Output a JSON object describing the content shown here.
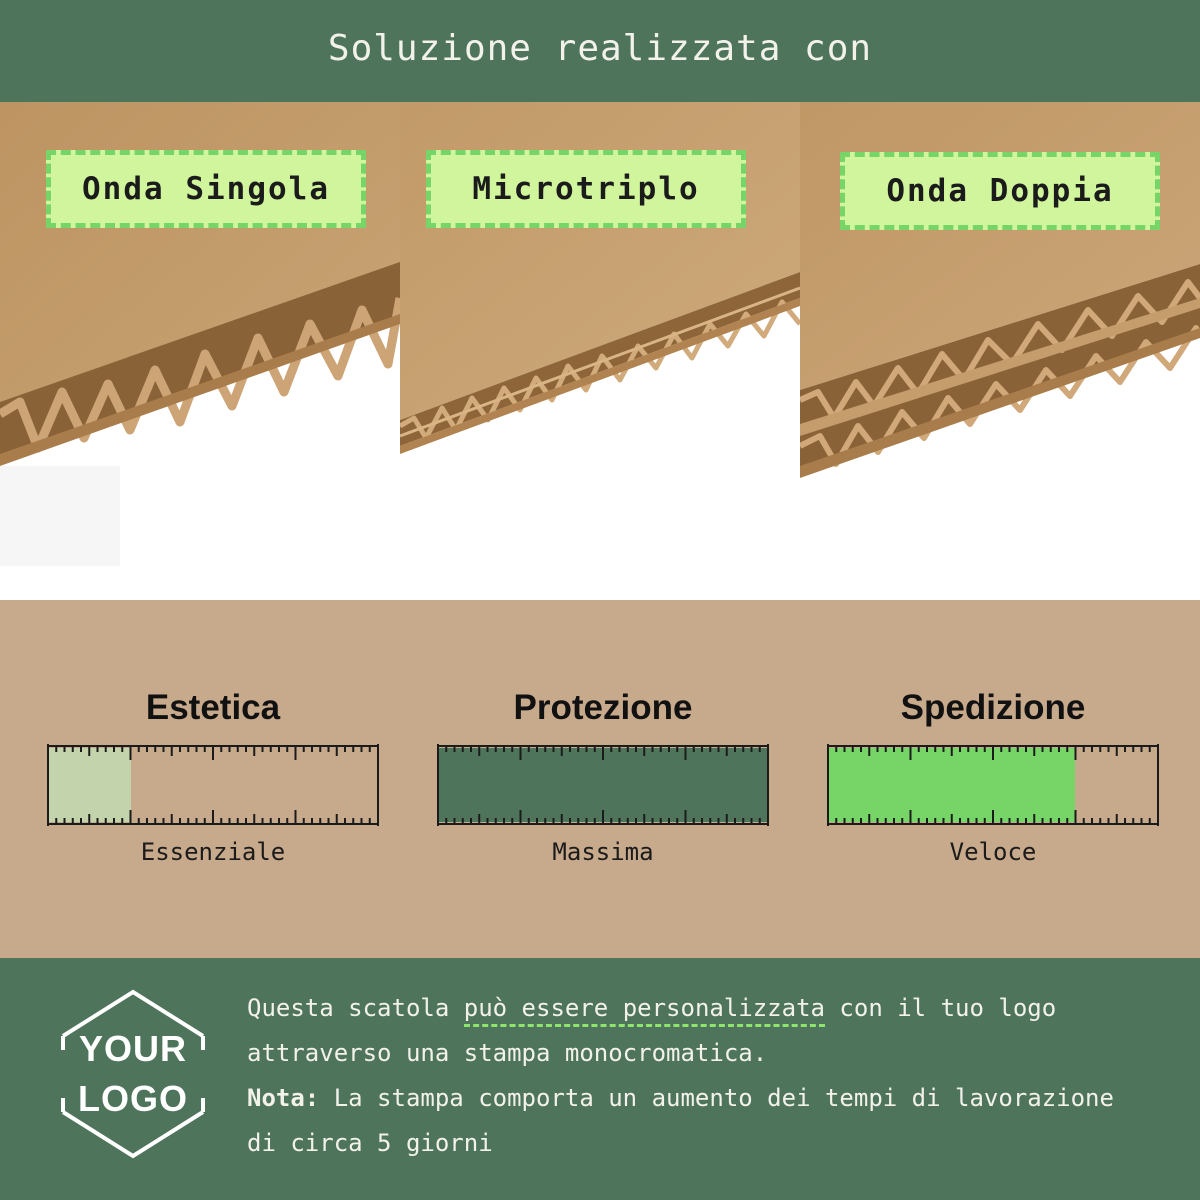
{
  "header": {
    "title": "Soluzione realizzata con"
  },
  "panels": [
    {
      "label": "Onda Singola",
      "flute": "single"
    },
    {
      "label": "Microtriplo",
      "flute": "micro"
    },
    {
      "label": "Onda Doppia",
      "flute": "double"
    }
  ],
  "ratings": [
    {
      "title": "Estetica",
      "value": "Essenziale",
      "fill": 0.25,
      "color": "#c3d3ab"
    },
    {
      "title": "Protezione",
      "value": "Massima",
      "fill": 1.0,
      "color": "#4f745c"
    },
    {
      "title": "Spedizione",
      "value": "Veloce",
      "fill": 0.75,
      "color": "#77d466"
    }
  ],
  "footer": {
    "logo_line1": "YOUR",
    "logo_line2": "LOGO",
    "text_before": "Questa scatola ",
    "text_highlight": "può essere personalizzata",
    "text_after": " con il tuo logo attraverso una stampa monocromatica.",
    "note_label": "Nota:",
    "note_text": " La stampa comporta un aumento dei tempi di lavorazione di circa 5 giorni"
  },
  "colors": {
    "header_bg": "#4f745c",
    "label_bg": "#d1f59c",
    "label_border": "#77d466",
    "ratings_bg": "#c7a98b",
    "cardboard": "#c39a6a"
  }
}
